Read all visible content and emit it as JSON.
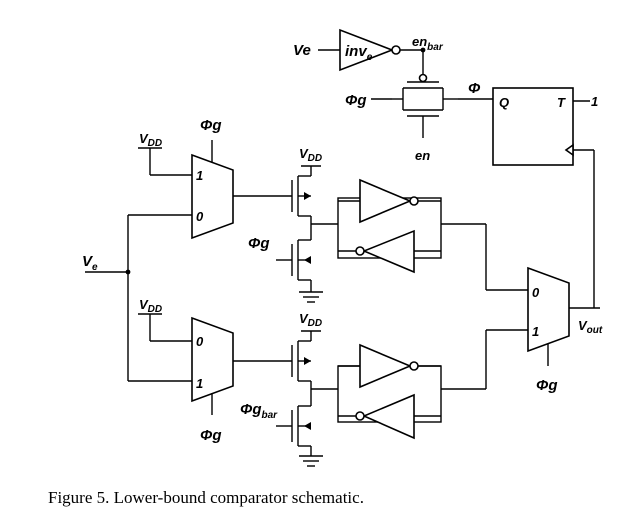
{
  "caption": "Figure 5.   Lower-bound comparator schematic.",
  "labels": {
    "ve_top": "Ve",
    "inv_main": "inv",
    "inv_sub": "e",
    "en_bar_main": "en",
    "en_bar_sub": "bar",
    "phi": "Φ",
    "phi_g_tg": "Φg",
    "en": "en",
    "ff_q": "Q",
    "ff_t": "T",
    "ff_t_value": "1",
    "phi_g_top_mux": "Φg",
    "vdd_main": "V",
    "vdd_sub": "DD",
    "mux_in1": "1",
    "mux_in0": "0",
    "phi_g_upper_nmos": "Φg",
    "ve_left_main": "V",
    "ve_left_sub": "e",
    "phi_g_bar_main": "Φg",
    "phi_g_bar_sub": "bar",
    "phi_g_bottom_mux": "Φg",
    "vout_main": "V",
    "vout_sub": "out",
    "phi_g_out_mux": "Φg"
  }
}
